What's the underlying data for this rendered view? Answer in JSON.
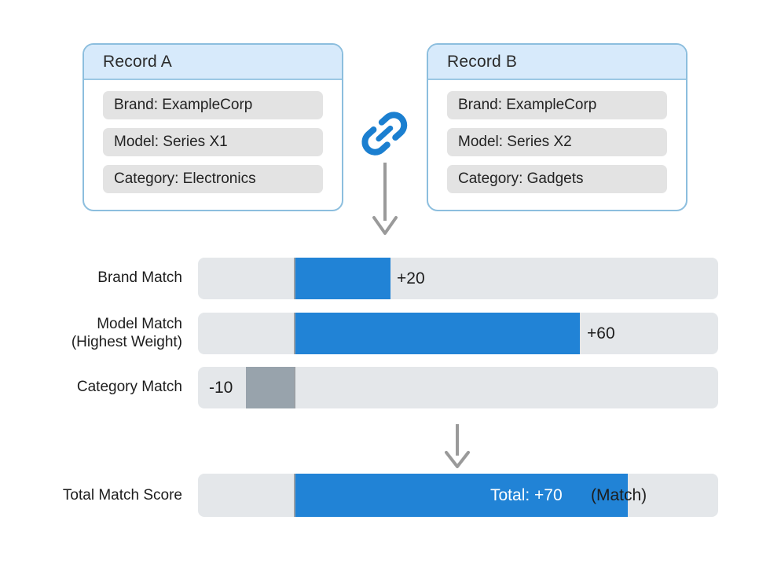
{
  "records": [
    {
      "title": "Record A",
      "fields": [
        "Brand: ExampleCorp",
        "Model: Series X1",
        "Category: Electronics"
      ]
    },
    {
      "title": "Record B",
      "fields": [
        "Brand: ExampleCorp",
        "Model: Series X2",
        "Category: Gadgets"
      ]
    }
  ],
  "link_icon_name": "chain-link-icon",
  "chart_data": {
    "type": "bar",
    "title": "",
    "xlabel": "",
    "ylabel": "",
    "orientation": "horizontal",
    "grid": false,
    "legend": null,
    "baseline": 0,
    "xlim": [
      -20,
      90
    ],
    "categories": [
      "Brand Match",
      "Model Match\n(Highest Weight)",
      "Category Match"
    ],
    "values": [
      20,
      60,
      -10
    ],
    "labels": [
      "+20",
      "+60",
      "-10"
    ],
    "total": {
      "category": "Total Match Score",
      "value": 70,
      "label": "Total: +70",
      "verdict": "(Match)"
    },
    "colors": {
      "positive": "#2183d6",
      "negative": "#98a3ac",
      "track": "#e4e7ea",
      "baseline": "#9aa0a6"
    }
  },
  "rows": [
    {
      "label": "Brand Match",
      "value_label": "+20"
    },
    {
      "label": "Model Match\n(Highest Weight)",
      "value_label": "+60"
    },
    {
      "label": "Category Match",
      "value_label": "-10"
    }
  ],
  "total_row": {
    "label": "Total Match Score",
    "value_label": "Total: +70",
    "verdict": "(Match)"
  },
  "arrows": {
    "top_name": "down-arrow-icon",
    "mid_name": "down-arrow-icon"
  }
}
